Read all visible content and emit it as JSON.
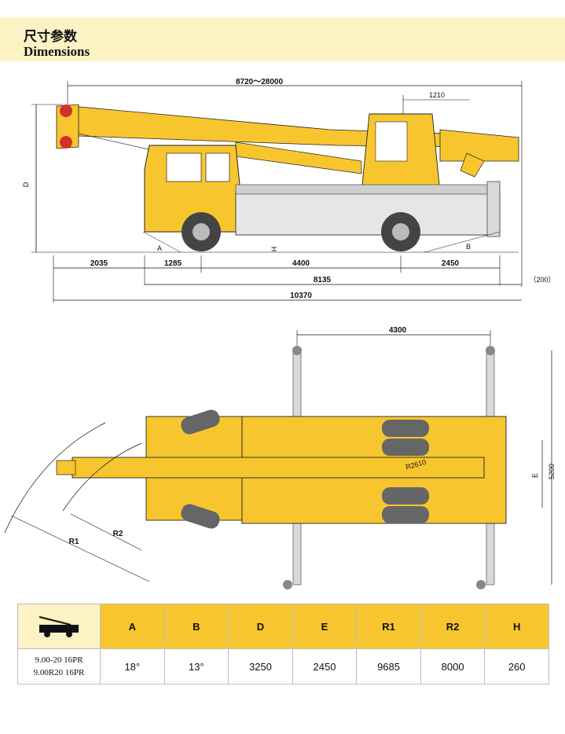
{
  "header": {
    "title_cn": "尺寸参数",
    "title_en": "Dimensions"
  },
  "side_view": {
    "boom_range": "8720～28000",
    "rear_offset": "1210",
    "height_label": "D",
    "angle_a": "A",
    "angle_b": "B",
    "ground_clearance": "H",
    "front_overhang": "2035",
    "front_to_axle": "1285",
    "wheelbase": "4400",
    "rear_overhang": "2450",
    "body_length": "8135",
    "extra": "（200）",
    "total_length": "10370"
  },
  "top_view": {
    "outrigger_span": "4300",
    "track_label": "E",
    "outrigger_width": "5200",
    "turn_radius_label": "R2610",
    "r1_label": "R1",
    "r2_label": "R2"
  },
  "spec_table": {
    "headers": [
      "A",
      "B",
      "D",
      "E",
      "R1",
      "R2",
      "H"
    ],
    "tyre_line1": "9.00-20 16PR",
    "tyre_line2": "9.00R20 16PR",
    "values": [
      "18°",
      "13°",
      "3250",
      "2450",
      "9685",
      "8000",
      "260"
    ]
  },
  "colors": {
    "crane_yellow": "#f7c62f",
    "header_bg": "#fdf2c4",
    "accent_red": "#d0312d"
  }
}
